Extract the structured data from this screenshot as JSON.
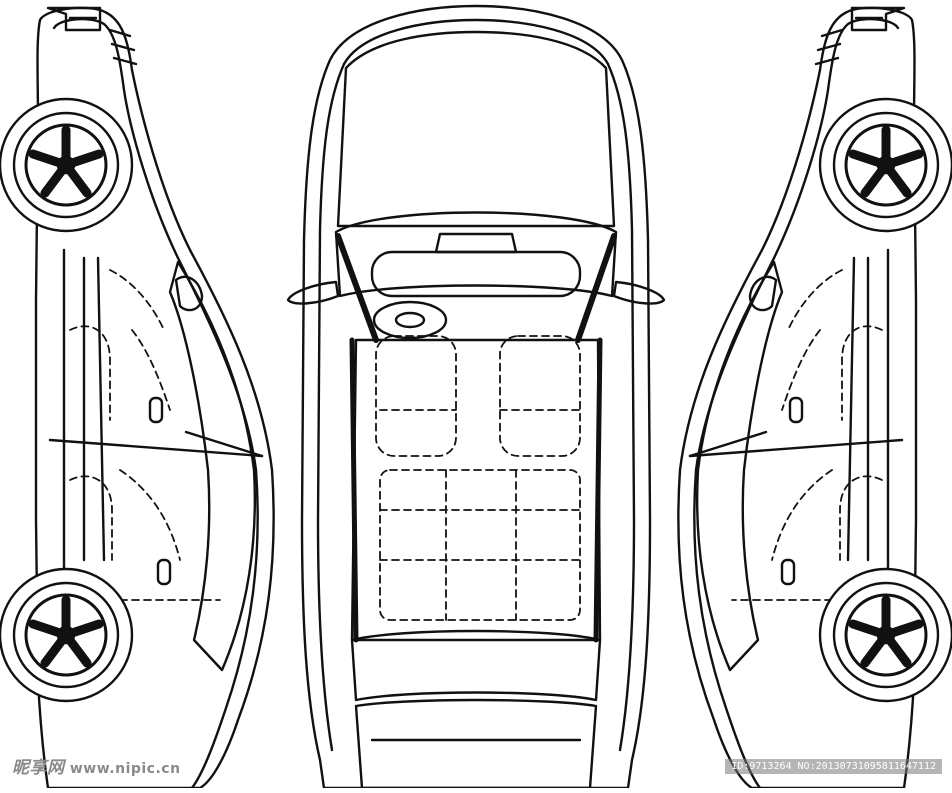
{
  "figure": {
    "description_label": "",
    "views": [
      "left-side-view",
      "top-view",
      "right-side-view"
    ],
    "line_color": "#111111",
    "background_color": "#ffffff"
  },
  "watermark": {
    "site_brand": "昵享网",
    "site_url": "www.nipic.cn",
    "image_id": "ID:9713264 NO:20130731095811647112"
  }
}
